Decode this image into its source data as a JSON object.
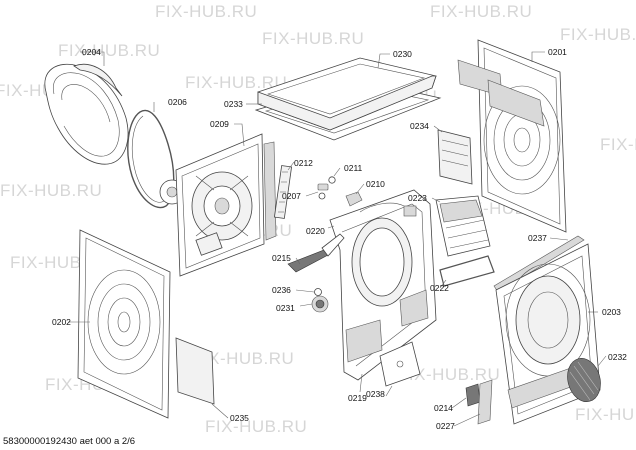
{
  "watermark": "FIX-HUB.RU",
  "footer": "58300000192430 aet 000 a 2/6",
  "callouts": {
    "c0204": "0204",
    "c0206": "0206",
    "c0209": "0209",
    "c0233": "0233",
    "c0230": "0230",
    "c0201": "0201",
    "c0234": "0234",
    "c0212": "0212",
    "c0211": "0211",
    "c0210": "0210",
    "c0207": "0207",
    "c0220": "0220",
    "c0223": "0223",
    "c0215": "0215",
    "c0236": "0236",
    "c0231": "0231",
    "c0222": "0222",
    "c0237": "0237",
    "c0202": "0202",
    "c0203": "0203",
    "c0219": "0219",
    "c0238": "0238",
    "c0232": "0232",
    "c0214": "0214",
    "c0227": "0227",
    "c0235": "0235"
  }
}
